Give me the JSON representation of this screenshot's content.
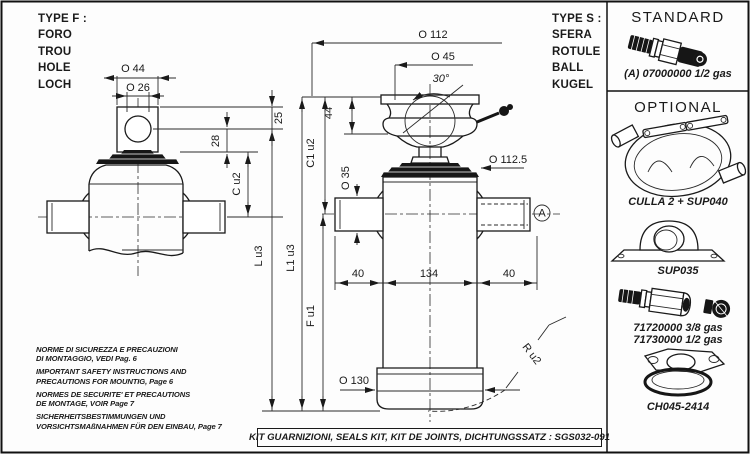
{
  "legend_type_f": {
    "title": "TYPE F :",
    "items": [
      "FORO",
      "TROU",
      "HOLE",
      "LOCH"
    ]
  },
  "legend_type_s": {
    "title": "TYPE S :",
    "items": [
      "SFERA",
      "ROTULE",
      "BALL",
      "KUGEL"
    ]
  },
  "standard_panel": {
    "title": "STANDARD",
    "part_code": "(A) 07000000 1/2 gas"
  },
  "optional_panel": {
    "title": "OPTIONAL",
    "culla_label": "CULLA 2 + SUP040",
    "sup_label": "SUP035",
    "valve_label_1": "71720000 3/8 gas",
    "valve_label_2": "71730000 1/2 gas",
    "flange_label": "CH045-2414"
  },
  "safety_notes": {
    "it1": "NORME DI SICUREZZA E PRECAUZIONI",
    "it2": "DI MONTAGGIO, VEDI Pag. 6",
    "en1": "IMPORTANT SAFETY INSTRUCTIONS AND",
    "en2": "PRECAUTIONS FOR MOUNTIG, Page 6",
    "fr1": "NORMES DE SECURITE' ET PRECAUTIONS",
    "fr2": "DE MONTAGE, VOIR Page 7",
    "de1": "SICHERHEITSBESTIMMUNGEN UND",
    "de2": "VORSICHTSMAßNAHMEN FÜR DEN EINBAU, Page 7"
  },
  "seals_kit": {
    "label": "KIT GUARNIZIONI, SEALS KIT, KIT DE JOINTS, DICHTUNGSSATZ : SGS032-091"
  },
  "dims": {
    "o44": "O 44",
    "o26": "O 26",
    "v25": "25",
    "v28": "28",
    "c": "C  u2",
    "l": "L  u3",
    "o112": "O 112",
    "o45": "O 45",
    "ang30": "30°",
    "v44": "44",
    "c1": "C1  u2",
    "o1125": "O 112.5",
    "o35": "O 35",
    "p40l": "40",
    "p134": "134",
    "p40r": "40",
    "l1": "L1  u3",
    "f": "F  u1",
    "o130": "O 130",
    "r": "R  u2",
    "balloon_a": "A"
  },
  "colors": {
    "line": "#1a1a1a",
    "fill_dark": "#161616",
    "background": "#fdfdfd"
  }
}
